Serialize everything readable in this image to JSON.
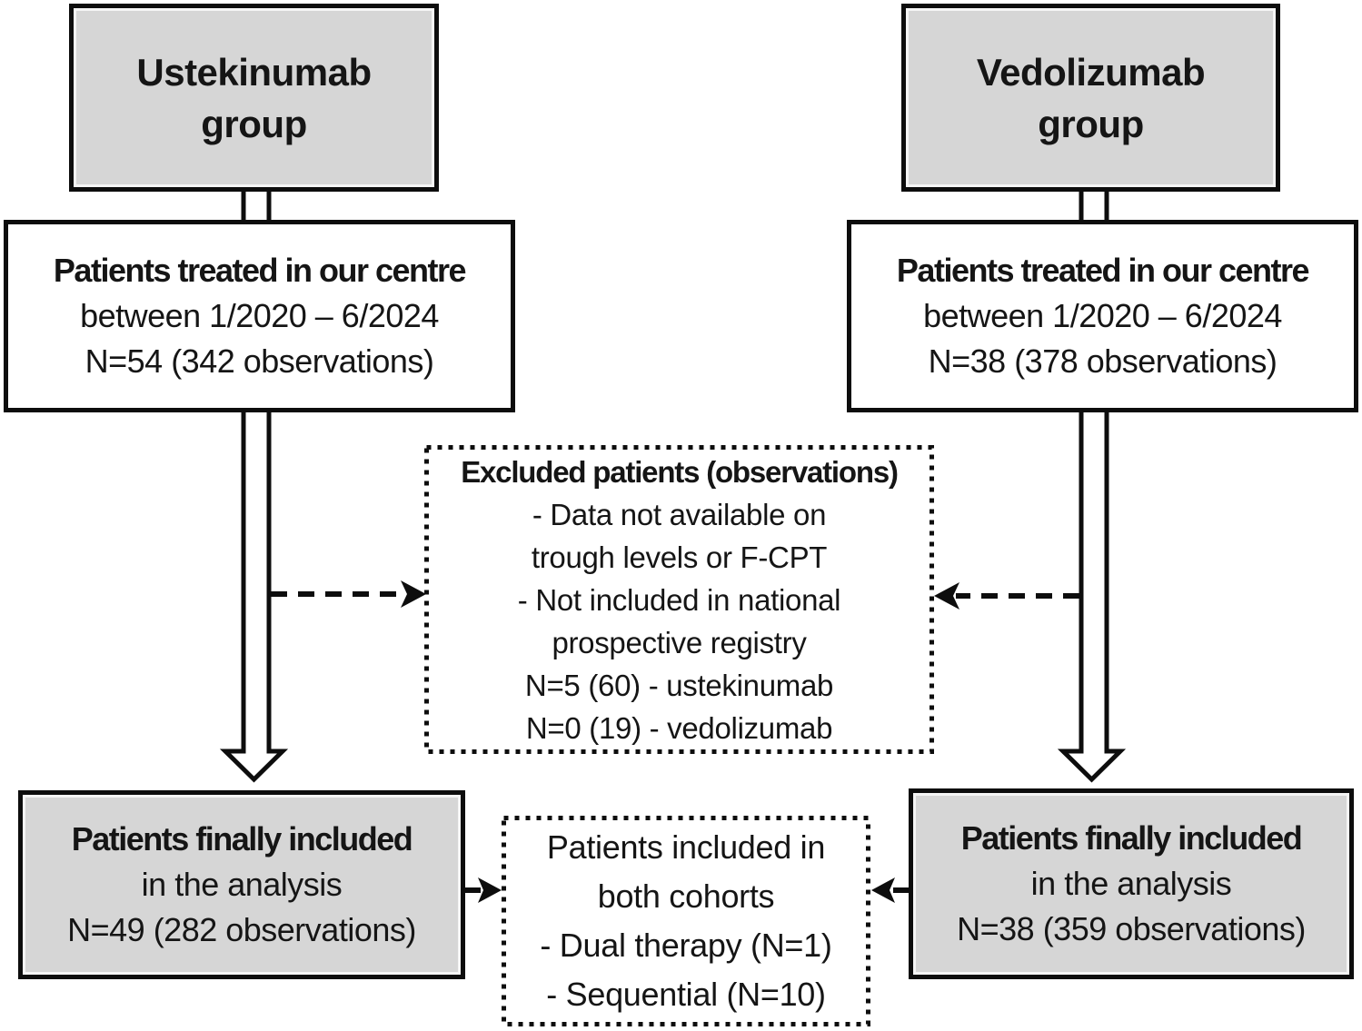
{
  "diagram": {
    "left": {
      "group": {
        "line1": "Ustekinumab",
        "line2": "group"
      },
      "treated": {
        "line1": "Patients treated in our centre",
        "line2": "between 1/2020 – 6/2024",
        "line3": "N=54 (342 observations)"
      },
      "final": {
        "line1": "Patients finally included",
        "line2": "in the analysis",
        "line3": "N=49 (282 observations)"
      }
    },
    "right": {
      "group": {
        "line1": "Vedolizumab",
        "line2": "group"
      },
      "treated": {
        "line1": "Patients treated in our centre",
        "line2": "between 1/2020 – 6/2024",
        "line3": "N=38 (378 observations)"
      },
      "final": {
        "line1": "Patients finally included",
        "line2": "in the analysis",
        "line3": "N=38 (359 observations)"
      }
    },
    "excluded": {
      "line1": "Excluded patients (observations)",
      "line2": "- Data not available on",
      "line3": "trough levels or F-CPT",
      "line4": "- Not included in national",
      "line5": "prospective registry",
      "line6": "N=5 (60) - ustekinumab",
      "line7": "N=0 (19) - vedolizumab"
    },
    "both_cohorts": {
      "line1": "Patients included in",
      "line2": "both cohorts",
      "line3": "- Dual therapy (N=1)",
      "line4": "- Sequential (N=10)"
    },
    "colors": {
      "gray_fill": "#d6d6d6",
      "white_fill": "#ffffff",
      "line": "#0d0d0d",
      "background": "#ffffff"
    }
  }
}
